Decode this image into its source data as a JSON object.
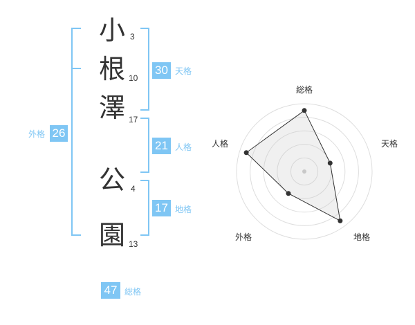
{
  "name": {
    "characters": [
      {
        "char": "小",
        "strokes": "3"
      },
      {
        "char": "根",
        "strokes": "10"
      },
      {
        "char": "澤",
        "strokes": "17"
      },
      {
        "char": "公",
        "strokes": "4"
      },
      {
        "char": "園",
        "strokes": "13"
      }
    ]
  },
  "fortunes": {
    "tenkaku": {
      "label": "天格",
      "value": "30"
    },
    "jinkaku": {
      "label": "人格",
      "value": "21"
    },
    "chikaku": {
      "label": "地格",
      "value": "17"
    },
    "gaikaku": {
      "label": "外格",
      "value": "26"
    },
    "soukaku": {
      "label": "総格",
      "value": "47"
    }
  },
  "colors": {
    "accent": "#7fc6f4",
    "text": "#333333"
  },
  "chart_data": {
    "type": "radar",
    "axes": [
      "総格",
      "天格",
      "地格",
      "外格",
      "人格"
    ],
    "levels": 5,
    "range": [
      0,
      5
    ],
    "values": [
      4.5,
      2.0,
      4.5,
      2.0,
      4.5
    ]
  }
}
